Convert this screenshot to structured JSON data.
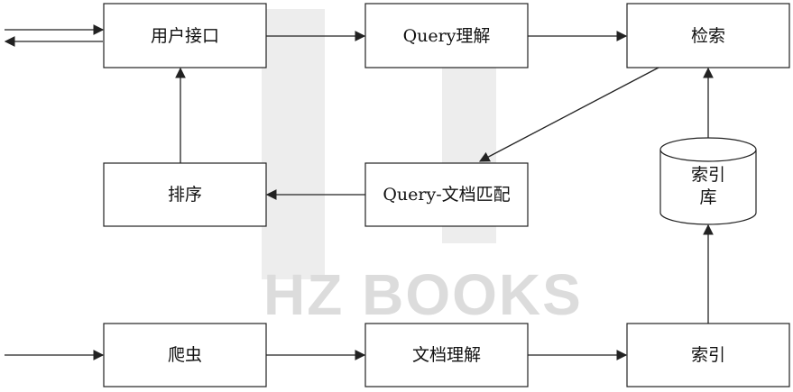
{
  "colors": {
    "stroke": "#222222",
    "box_fill": "#ffffff",
    "watermark": "#dcdcdc"
  },
  "watermark": {
    "text": "HZ BOOKS"
  },
  "nodes": {
    "user_interface": "用户接口",
    "query_understanding": "Query理解",
    "retrieval": "检索",
    "ranking": "排序",
    "query_doc_match": "Query-文档匹配",
    "index_db_line1": "索引",
    "index_db_line2": "库",
    "crawler": "爬虫",
    "doc_understanding": "文档理解",
    "indexing": "索引"
  }
}
